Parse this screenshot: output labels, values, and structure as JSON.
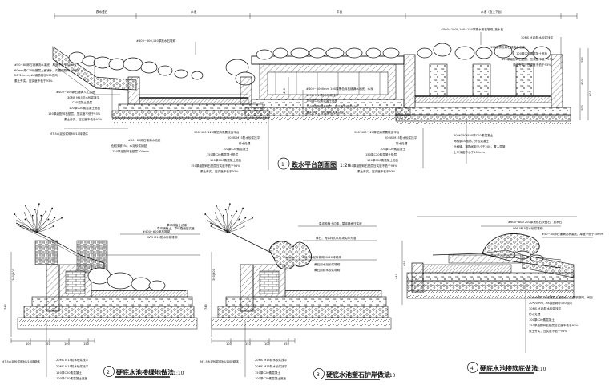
{
  "main_section": {
    "top_dims": [
      "跌水叠石",
      "水池",
      "平台",
      "水池（含上下台）"
    ],
    "stone_top_labels": [
      "#400~600,150厚跌水石堆砌",
      "#500~1000,100~150厚跌水景石堆砌, 放水石"
    ],
    "left_callouts": [
      "#50~80卵石铺满流水溪底，厚度不低于50mm",
      "60mm厚C20砼基层上面铺水，内置钢筋网，间距",
      "20*20mm, #8钢筋网@150双向",
      "素土夯实，压实度不低于93%"
    ],
    "left_callouts_2": [
      "#400~600卵石铺满人工溪底",
      "30MS M15防水砂浆找平",
      "C20混凝土垫层",
      "100厚C20素混凝土底板",
      "150厚级配碎石垫层，压实度不低于93%",
      "素土夯实，压实度不低于93%"
    ],
    "mid_callouts": [
      "#600~1000mm 100厚黑色砾石铺满水池底，水深",
      "30MS M15防水砂浆找平",
      "100厚C20素混凝土底板",
      "150厚级配碎石垫层，压实度不低于93%",
      "素土夯实，压实度不低于93%"
    ],
    "bottom_left_callouts": [
      "M7.5水泥砂浆砌MU10砖砌体",
      "#50~80卵石铺满水池底",
      "池底找坡5%，水泥砂浆铺贴",
      "150厚级配碎石垫层100mm"
    ],
    "bottom_mid_callouts": [
      "900*400*120厚芝麻黑荔枝面平台",
      "20MS M15防水砂浆找平",
      "防水处理",
      "100厚C20素混凝土",
      "150厚C20素混凝土垫层",
      "100厚C20素混凝土底板",
      "150厚级配碎石垫层压实度不低于93%",
      "素土夯实，压实度不低于93%"
    ],
    "bottom_right_callouts": [
      "900*400*120厚芝麻黑荔枝面平台",
      "20MS M15防水砂浆找平",
      "防水处理",
      "100厚C20素混凝土",
      "150厚C20素混凝土垫层",
      "100厚C20素混凝土底板",
      "150厚级配碎石垫层压实度不低于93%",
      "素土夯实，压实度不低于93%"
    ],
    "right_callouts": [
      "30MS M15防水砂浆找平",
      "150厚黑色砾石铺满水池底",
      "100厚C20素混凝土底板",
      "150厚级配碎石垫层，压实度不低于93%",
      "素土夯实，压实度不低于93%"
    ],
    "right_box_callouts": [
      "500*350*500厚C20素混凝土",
      "两根钢10根筋，外包混凝土",
      "分格缝，钢筋间距不小于200，置入混凝",
      "土中深度不小于100mm"
    ],
    "right_dims": [
      "350",
      "400",
      "600",
      "300"
    ],
    "left_dim": "490",
    "title_num": "1",
    "title": "跌水平台剖面图",
    "scale": "1:20"
  },
  "detail2": {
    "callouts_top": [
      "#400~600卵石堆砌",
      "WW M15防水砂浆堆砌"
    ],
    "callouts_side": [
      "草坪种植土边缘",
      "草坪铺植土，草坪路面压实度"
    ],
    "dims_v": [
      "300|500",
      "740"
    ],
    "dims_h": [
      "100",
      "150",
      "100",
      "150"
    ],
    "bottom_labels": [
      "M7.5水泥砂浆砌MU10砖砌体",
      "20MS M15防水砂浆找平",
      "20MS M15防水砂浆找平",
      "150厚C20素混凝土",
      "100厚C20素混凝土底板"
    ],
    "title_num": "2",
    "title": "硬底水池接绿地做法",
    "scale": "1:10"
  },
  "detail3": {
    "callouts_top": [
      "草坪种植土边缘，草坪路面压实度",
      "黄石，具体样式以现场实际为准"
    ],
    "callouts_side": [
      "M7.5水泥砂浆砌MU10砖砌体",
      "黄石用水泥砂浆堆砌",
      "黄石用防水砂浆堆砌"
    ],
    "dims_v": [
      "300|500",
      "740"
    ],
    "dims_h": [
      "100",
      "150",
      "100",
      "150"
    ],
    "bottom_labels": [
      "M7.5水泥砂浆砌MU10砖砌体",
      "20MS M15防水砂浆找平",
      "20MS M15防水砂浆找平",
      "150厚C20素混凝土",
      "100厚C20素混凝土底板"
    ],
    "title_num": "3",
    "title": "硬底水池塑石护岸做法",
    "scale": "1:10"
  },
  "detail4": {
    "callouts_top": [
      "#600~800 200厚黑色石块叠石，放水石",
      "WW M15防水砂浆堆砌"
    ],
    "callouts_right": [
      "#50~80卵石铺满流水溪底，厚度不低于50mm"
    ],
    "dims_v": [
      "440",
      "490"
    ],
    "dims_h": [
      "500",
      "50"
    ],
    "bottom_labels": [
      "60mm厚C20砼基层上面铺水，内置钢筋网，间距",
      "20*20mm, #8钢筋网@150双向",
      "30MS M15防水砂浆找平",
      "防水处理",
      "100厚C20素混凝土",
      "150厚级配碎石垫层压实度不低于93%",
      "素土夯实，压实度不低于93%"
    ],
    "title_num": "4",
    "title": "硬底水池接软底做法",
    "scale": "1:10"
  }
}
